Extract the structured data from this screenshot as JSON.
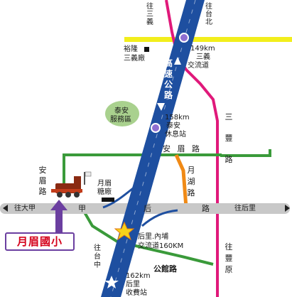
{
  "labels": {
    "to_sanyi": "往三義",
    "to_taipei": "往台北",
    "km_149": "149km",
    "sanyi_interchange_1": "三義",
    "sanyi_interchange_2": "交流道",
    "yulong_1": "裕隆",
    "yulong_2": "三義廠",
    "highway": "高速公路",
    "taian_service_1": "泰安",
    "taian_service_2": "服務區",
    "km_158": "158km",
    "taian_rest_1": "泰安",
    "taian_rest_2": "休息站",
    "sanfeng_road": "三豐路",
    "anmei_road_h": "安 眉 路",
    "anmei_road_v": "安眉路",
    "yuehu_road": "月湖路",
    "yuemei_factory_1": "月眉",
    "yuemei_factory_2": "糖廠",
    "to_dajia": "往大甲",
    "road_jia": "甲",
    "road_hou": "后",
    "road_lu": "路",
    "to_houli": "往后里",
    "houli_neipu_1": "后里.內埔",
    "houli_neipu_2": "交流道160KM",
    "to_taichung": "往台中",
    "to_fengyuan": "往豐原",
    "gongjing_road": "公館路",
    "km_162": "162km",
    "houli_toll_1": "后里",
    "houli_toll_2": "收費站",
    "school": "月眉國小"
  },
  "colors": {
    "highway": "#1e4fa0",
    "freeway_pink": "#e0197a",
    "road_yellow": "#f2ee1c",
    "road_green": "#3a9a3a",
    "road_orange": "#f08a16",
    "main_road_gray": "#c8c8c8",
    "purple_arrow": "#6b3fa0",
    "service_area": "#a9d18e"
  }
}
